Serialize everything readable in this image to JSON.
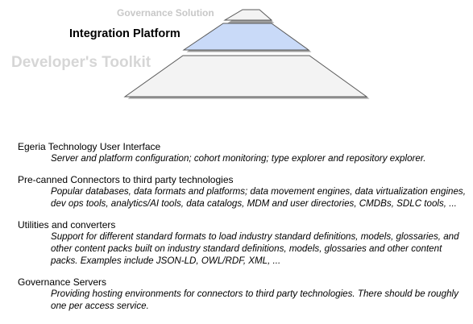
{
  "diagram": {
    "layers": {
      "governance": "Governance Solution",
      "integration": "Integration Platform",
      "developer": "Developer's Toolkit"
    },
    "colors": {
      "highlight_fill": "#c9daf8",
      "plain_fill": "#f3f3f3",
      "outline": "#595959",
      "shadow": "#9e9e9e"
    }
  },
  "sections": [
    {
      "title": "Egeria Technology User Interface",
      "description": "Server and platform configuration; cohort monitoring; type explorer and repository explorer."
    },
    {
      "title": "Pre-canned Connectors to third party technologies",
      "description": "Popular databases, data formats and platforms; data movement engines, data virtualization engines, dev ops tools, analytics/AI tools, data catalogs, MDM and user directories, CMDBs, SDLC tools, ..."
    },
    {
      "title": "Utilities and converters",
      "description": "Support for different standard formats to load industry standard definitions, models, glossaries, and other content packs built on industry standard definitions, models, glossaries and other content packs.  Examples include JSON-LD, OWL/RDF, XML, ..."
    },
    {
      "title": "Governance Servers",
      "description": "Providing hosting environments for connectors to third party technologies.  There should be roughly one per access service."
    }
  ]
}
